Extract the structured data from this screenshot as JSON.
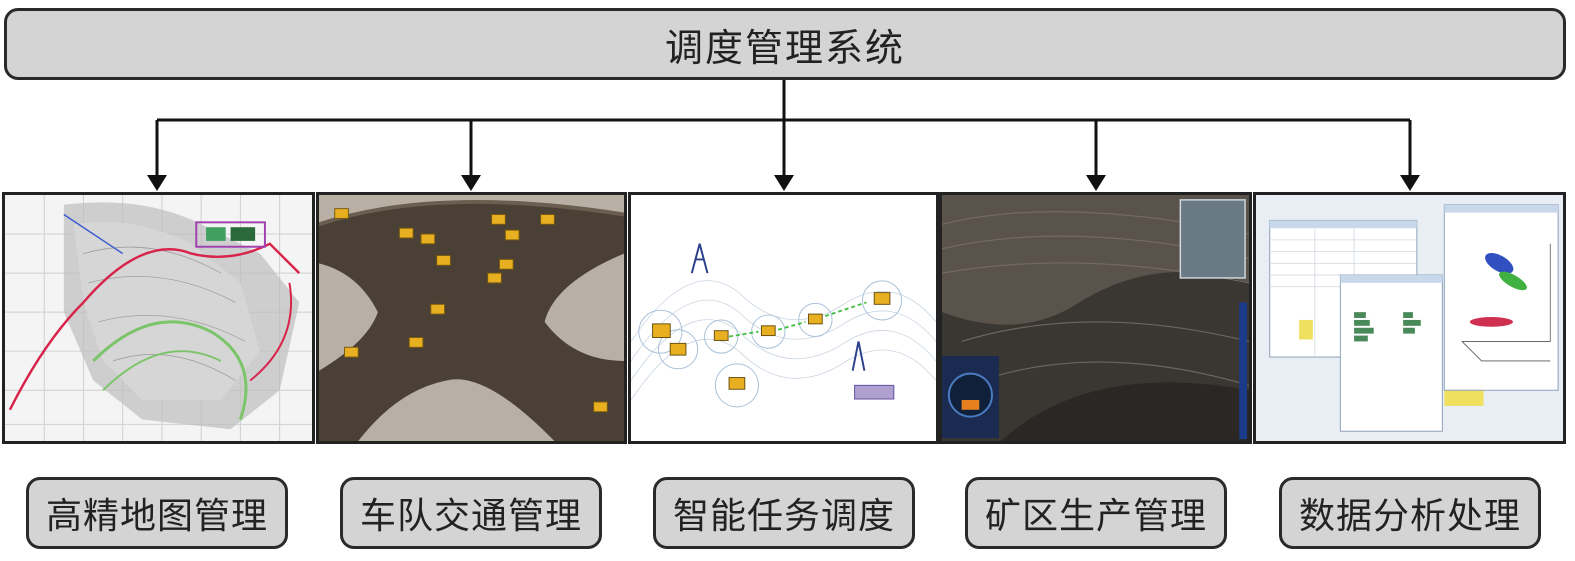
{
  "top": {
    "title": "调度管理系统"
  },
  "modules": [
    {
      "label": "高精地图管理"
    },
    {
      "label": "车队交通管理"
    },
    {
      "label": "智能任务调度"
    },
    {
      "label": "矿区生产管理"
    },
    {
      "label": "数据分析处理"
    }
  ],
  "colors": {
    "box_fill": "#d4d4d4",
    "border": "#2a2a2a",
    "truck": "#e8b020",
    "road": "#4a4036"
  }
}
